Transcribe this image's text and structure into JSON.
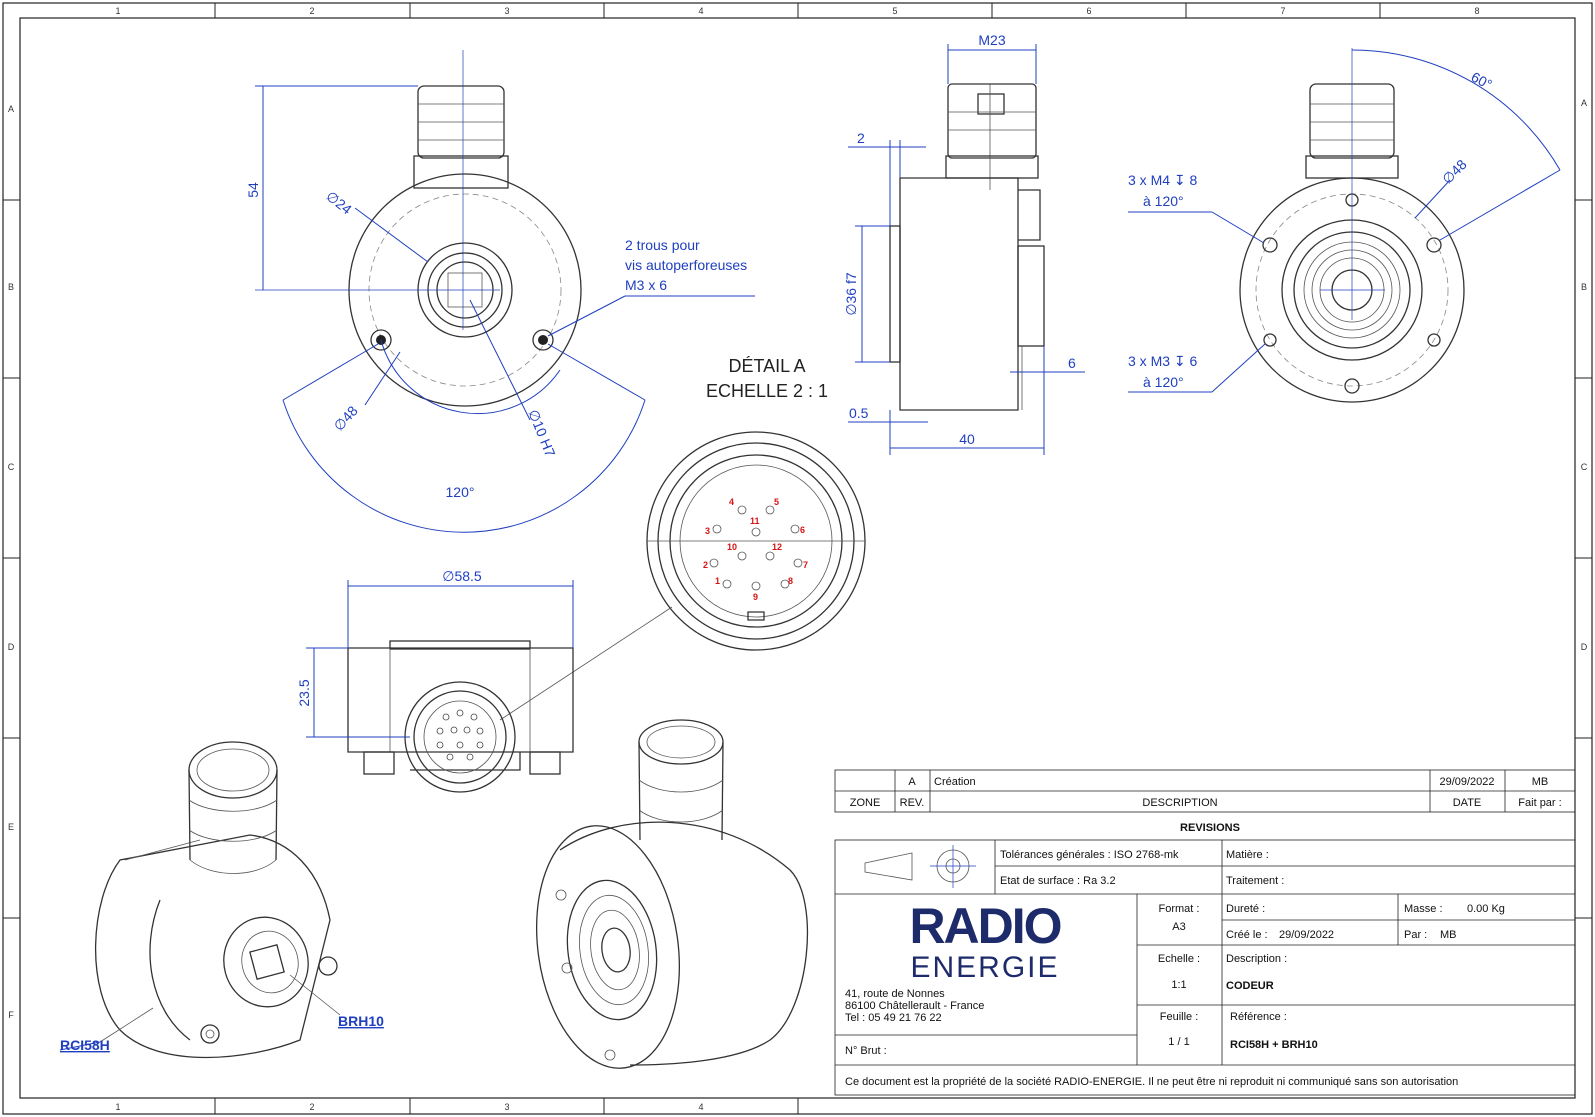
{
  "frame": {
    "columns": [
      "1",
      "2",
      "3",
      "4",
      "5",
      "6",
      "7",
      "8"
    ],
    "rows": [
      "A",
      "B",
      "C",
      "D",
      "E",
      "F"
    ]
  },
  "dimensions": {
    "front": {
      "height": "54",
      "d24": "∅24",
      "holes_line1": "2 trous pour",
      "holes_line2": "vis autoperforeuses",
      "holes_line3": "M3 x 6",
      "d48": "∅48",
      "bore": "∅10 H7",
      "angle": "120°"
    },
    "side": {
      "m23": "M23",
      "t2": "2",
      "d36": "∅36 f7",
      "t6": "6",
      "t05": "0.5",
      "len40": "40"
    },
    "back": {
      "angle": "60°",
      "d48": "∅48",
      "m4_line1": "3 x M4 ↧ 8",
      "m4_line2": "à 120°",
      "m3_line1": "3 x M3 ↧ 6",
      "m3_line2": "à 120°"
    },
    "bottom": {
      "d585": "∅58.5",
      "h235": "23.5"
    }
  },
  "detail": {
    "title": "DÉTAIL A",
    "scale": "ECHELLE 2 : 1",
    "pins": [
      "1",
      "2",
      "3",
      "4",
      "5",
      "6",
      "7",
      "8",
      "9",
      "10",
      "11",
      "12"
    ]
  },
  "callouts": {
    "rci": "RCI58H",
    "brh": "BRH10"
  },
  "title_block": {
    "rev_zone": "",
    "rev_letter": "A",
    "rev_desc": "Création",
    "rev_date": "29/09/2022",
    "rev_by": "MB",
    "hdr_zone": "ZONE",
    "hdr_rev": "REV.",
    "hdr_desc": "DESCRIPTION",
    "hdr_date": "DATE",
    "hdr_by": "Fait par :",
    "revisions": "REVISIONS",
    "tolerances": "Tolérances générales :  ISO 2768-mk",
    "surface": "Etat de surface :  Ra 3.2",
    "matiere": "Matière :",
    "traitement": "Traitement :",
    "durete": "Dureté :",
    "masse_label": "Masse :",
    "masse_value": "0.00 Kg",
    "cree_label": "Créé le :",
    "cree_value": "29/09/2022",
    "par_label": "Par :",
    "par_value": "MB",
    "format_label": "Format :",
    "format_value": "A3",
    "echelle_label": "Echelle :",
    "echelle_value": "1:1",
    "feuille_label": "Feuille :",
    "feuille_value": "1 / 1",
    "description_label": "Description :",
    "description_value": "CODEUR",
    "reference_label": "Référence :",
    "reference_value": "RCI58H + BRH10",
    "logo_line1": "RADIO",
    "logo_line2": "ENERGIE",
    "address1": "41, route de Nonnes",
    "address2": "86100 Châtellerault - France",
    "phone": "Tel : 05 49 21 76 22",
    "brut": "N° Brut :",
    "footer": "Ce document est la propriété de la société RADIO-ENERGIE. Il ne peut être ni reproduit ni communiqué sans son autorisation"
  },
  "colors": {
    "dimension": "#1f3fbf",
    "pin_label": "#d51414",
    "logo_red": "#d0152b",
    "logo_blue": "#1d2b6b"
  }
}
